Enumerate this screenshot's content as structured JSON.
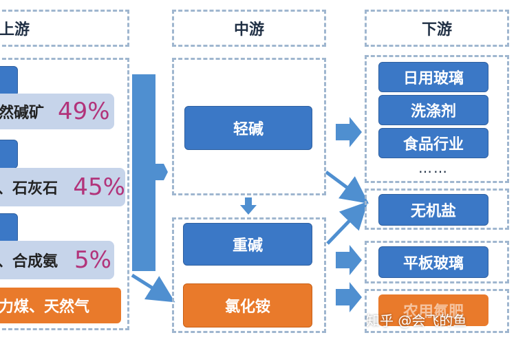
{
  "headers": {
    "upstream": "上游",
    "midstream": "中游",
    "downstream": "下游"
  },
  "upstream": [
    {
      "label": "然碱矿",
      "percent": "49%"
    },
    {
      "label": "、石灰石",
      "percent": "45%"
    },
    {
      "label": "、合成氨",
      "percent": "5%"
    },
    {
      "label": "力煤、天然气"
    }
  ],
  "midstream": {
    "light_soda": "轻碱",
    "heavy_soda": "重碱",
    "ammonium_chloride": "氯化铵"
  },
  "downstream": {
    "daily_glass": "日用玻璃",
    "detergent": "洗涤剂",
    "food_industry": "食品行业",
    "ellipsis": "……",
    "inorganic_salt": "无机盐",
    "flat_glass": "平板玻璃",
    "fertilizer": "农用氮肥"
  },
  "watermark": "知乎 @会飞的鱼",
  "colors": {
    "blue_box": "#3b78c6",
    "orange_box": "#e97a2b",
    "lavender_box": "#c6d4ea",
    "percent_text": "#b2337a",
    "arrow": "#4f8fd0",
    "dashed_border": "#9fb6cf"
  }
}
